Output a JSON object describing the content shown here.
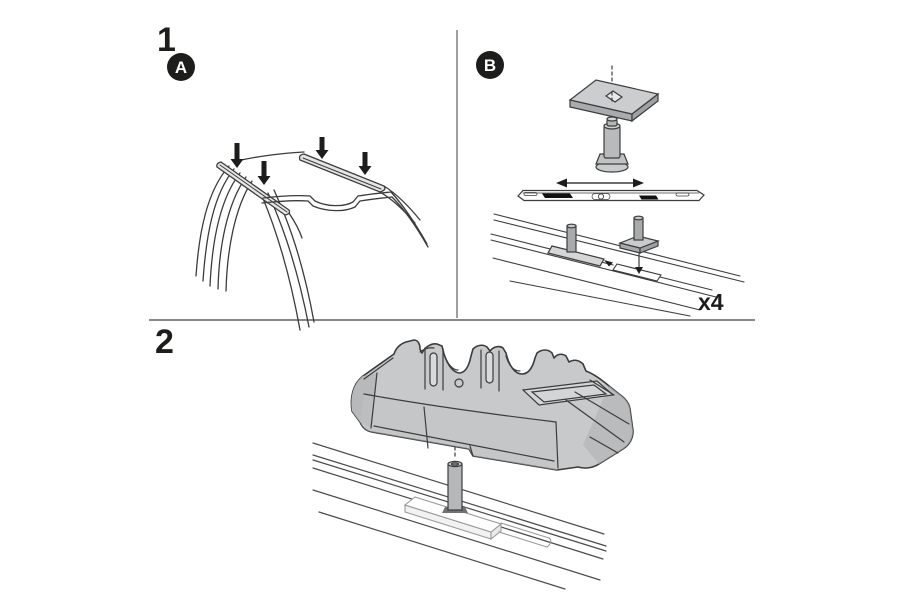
{
  "sheet": {
    "step1": {
      "number": "1",
      "section_a": {
        "badge": "A"
      },
      "section_b": {
        "badge": "B",
        "quantity": "x4"
      }
    },
    "step2": {
      "number": "2"
    }
  },
  "icons": {
    "down_arrow": "▼",
    "double_arrow": "↔"
  },
  "colors": {
    "background": "#ffffff",
    "outline": "#3c3c3c",
    "black": "#1d1d1b",
    "divider": "#878787",
    "fill_light": "#c7c9cb",
    "fill_mid": "#b0b2b4",
    "fill_dark": "#9fa1a4",
    "fill_white": "#ffffff"
  }
}
